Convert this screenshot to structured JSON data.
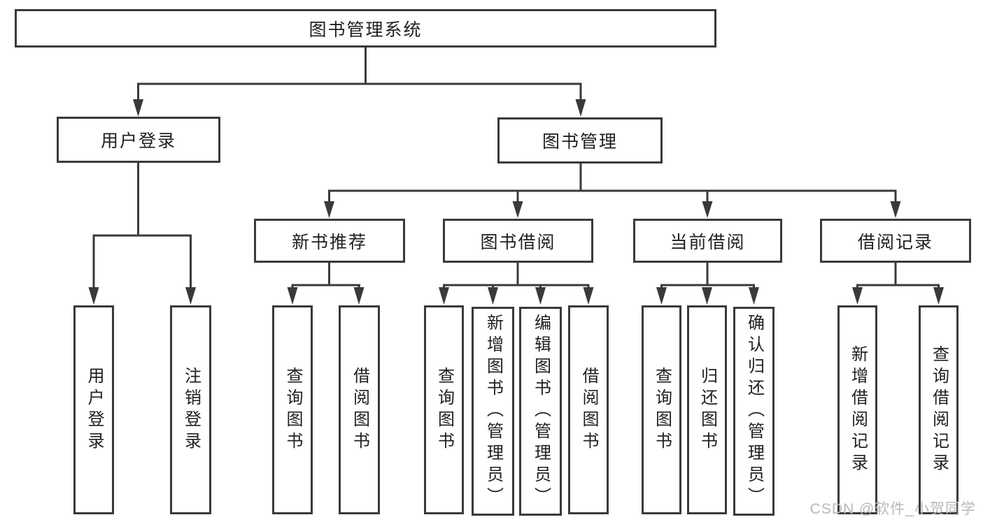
{
  "diagram": {
    "tree": {
      "root": {
        "label": "图书管理系统"
      },
      "branches": [
        {
          "label": "用户登录",
          "children": [
            {
              "label": "用户登录"
            },
            {
              "label": "注销登录"
            }
          ]
        },
        {
          "label": "图书管理",
          "children": [
            {
              "label": "新书推荐",
              "children": [
                {
                  "label": "查询图书"
                },
                {
                  "label": "借阅图书"
                }
              ]
            },
            {
              "label": "图书借阅",
              "children": [
                {
                  "label": "查询图书"
                },
                {
                  "label": "新增图书（管理员）"
                },
                {
                  "label": "编辑图书（管理员）"
                },
                {
                  "label": "借阅图书"
                }
              ]
            },
            {
              "label": "当前借阅",
              "children": [
                {
                  "label": "查询图书"
                },
                {
                  "label": "归还图书"
                },
                {
                  "label": "确认归还（管理员）"
                }
              ]
            },
            {
              "label": "借阅记录",
              "children": [
                {
                  "label": "新增借阅记录"
                },
                {
                  "label": "查询借阅记录"
                }
              ]
            }
          ]
        }
      ]
    },
    "watermark": {
      "text": "CSDN @软件_小贺同学",
      "color": "#b8b8b8"
    },
    "colors": {
      "line": "#3a3a3a",
      "box_border": "#3a3a3a",
      "box_background": "#ffffff",
      "text": "#1f1f1f",
      "page_background": "#ffffff"
    }
  }
}
